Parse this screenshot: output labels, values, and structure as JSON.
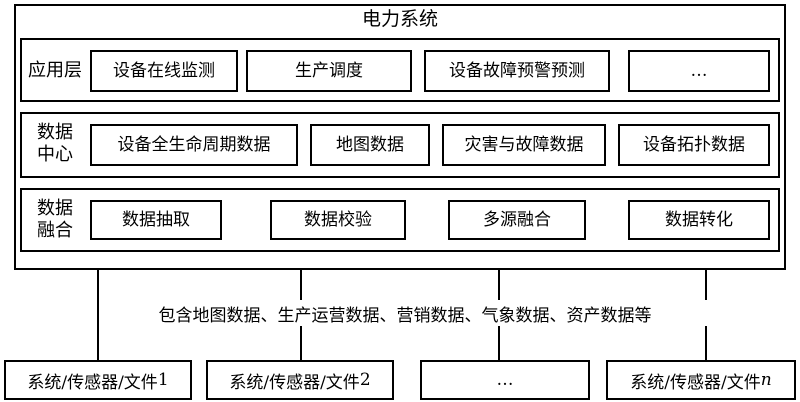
{
  "diagram": {
    "system_title": "电力系统",
    "layers": [
      {
        "label_lines": [
          "应用层"
        ],
        "items": [
          "设备在线监测",
          "生产调度",
          "设备故障预警预测",
          "…"
        ]
      },
      {
        "label_lines": [
          "数据",
          "中心"
        ],
        "items": [
          "设备全生命周期数据",
          "地图数据",
          "灾害与故障数据",
          "设备拓扑数据"
        ]
      },
      {
        "label_lines": [
          "数据",
          "融合"
        ],
        "items": [
          "数据抽取",
          "数据校验",
          "多源融合",
          "数据转化"
        ]
      }
    ],
    "connector_note": "包含地图数据、生产运营数据、营销数据、气象数据、资产数据等",
    "sources": [
      {
        "prefix": "系统/传感器/文件",
        "suffix": "1"
      },
      {
        "prefix": "系统/传感器/文件",
        "suffix": "2"
      },
      {
        "prefix": "…",
        "suffix": ""
      },
      {
        "prefix": "系统/传感器/文件",
        "suffix": "n"
      }
    ]
  }
}
